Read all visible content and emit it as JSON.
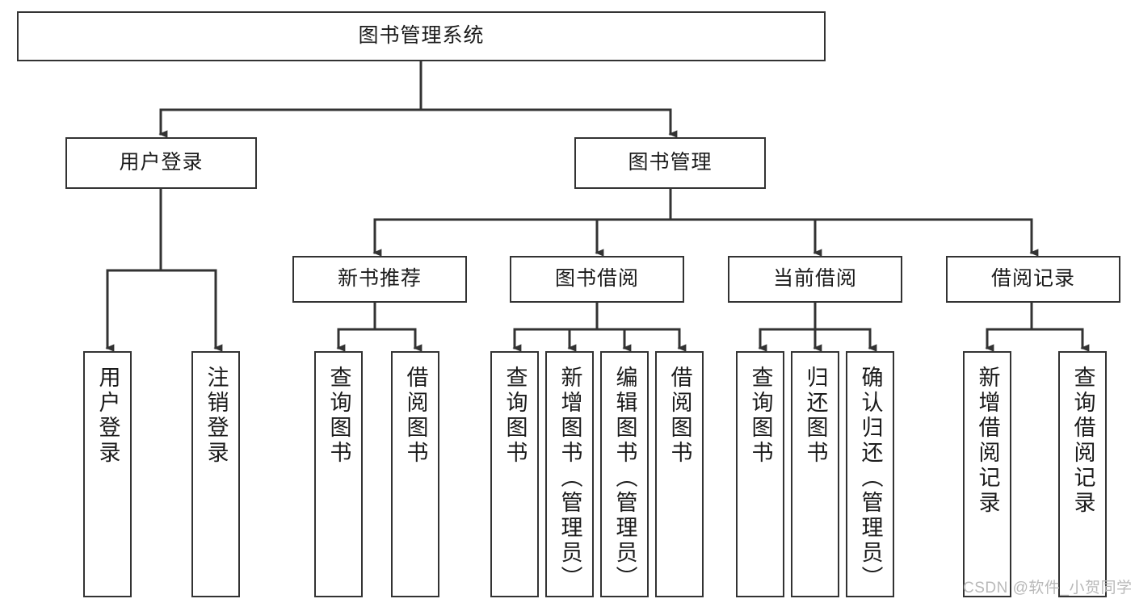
{
  "diagram": {
    "title": "图书管理系统",
    "type": "tree-hierarchy-chart",
    "watermark": "CSDN @软件_小贺同学",
    "colors": {
      "node_border": "#333333",
      "node_fill": "#ffffff",
      "edge": "#333333",
      "text": "#1b1b1b",
      "watermark": "#b9b9b9",
      "background": "#ffffff"
    },
    "levels": {
      "level1": [
        {
          "id": "root",
          "label": "图书管理系统"
        }
      ],
      "level2": [
        {
          "id": "user-login",
          "label": "用户登录"
        },
        {
          "id": "book-manage",
          "label": "图书管理"
        }
      ],
      "level3": [
        {
          "id": "new-book-rec",
          "label": "新书推荐"
        },
        {
          "id": "book-borrow",
          "label": "图书借阅"
        },
        {
          "id": "current-borrow",
          "label": "当前借阅"
        },
        {
          "id": "borrow-record",
          "label": "借阅记录"
        }
      ],
      "level4": [
        {
          "id": "leaf-user-login",
          "label": "用户登录"
        },
        {
          "id": "leaf-logout-login",
          "label": "注销登录"
        },
        {
          "id": "leaf-query-book-1",
          "label": "查询图书"
        },
        {
          "id": "leaf-borrow-book-1",
          "label": "借阅图书"
        },
        {
          "id": "leaf-query-book-2",
          "label": "查询图书"
        },
        {
          "id": "leaf-add-book",
          "label": "新增图书（管理员）"
        },
        {
          "id": "leaf-edit-book",
          "label": "编辑图书（管理员）"
        },
        {
          "id": "leaf-borrow-book-2",
          "label": "借阅图书"
        },
        {
          "id": "leaf-query-book-3",
          "label": "查询图书"
        },
        {
          "id": "leaf-return-book",
          "label": "归还图书"
        },
        {
          "id": "leaf-confirm-return",
          "label": "确认归还（管理员）"
        },
        {
          "id": "leaf-add-record",
          "label": "新增借阅记录"
        },
        {
          "id": "leaf-query-record",
          "label": "查询借阅记录"
        }
      ]
    }
  }
}
